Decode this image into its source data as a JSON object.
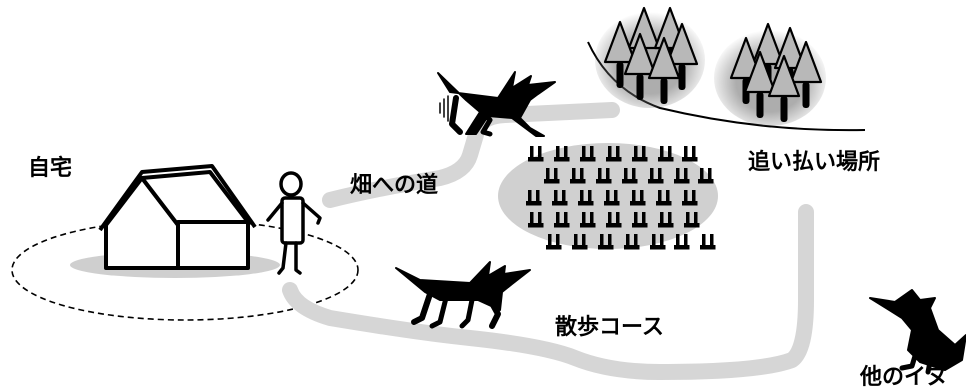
{
  "labels": {
    "home": "自宅",
    "field_road": "畑への道",
    "chase_place": "追い払い場所",
    "walk_course": "散歩コース",
    "other_dog": "他のイヌ"
  },
  "colors": {
    "path_gray": "#d6d6d6",
    "ground_gray": "#cfcfcf",
    "dog_fill": "#000000",
    "tree_fill": "#b8b8b8"
  }
}
